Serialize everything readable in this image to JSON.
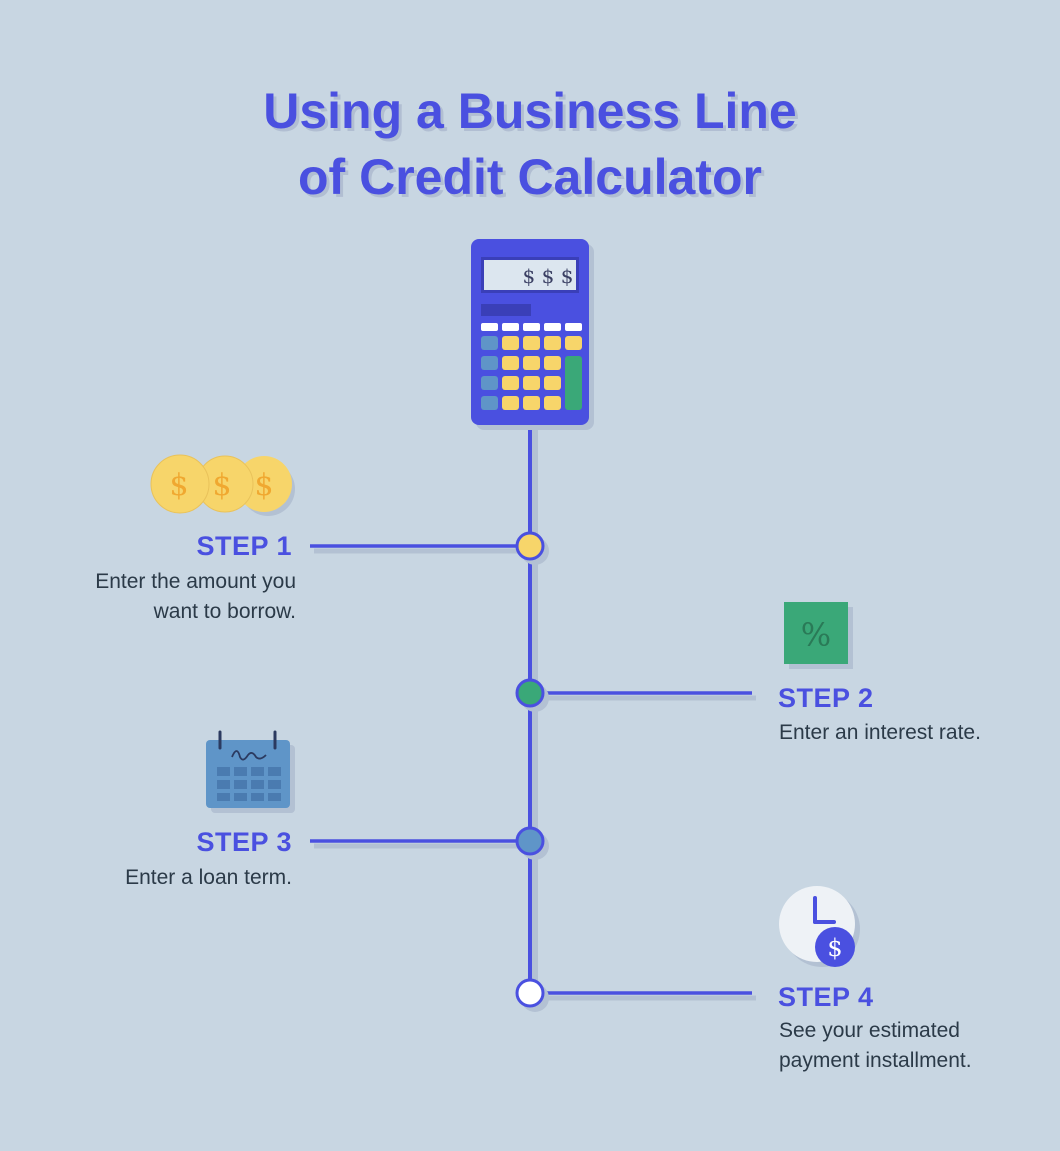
{
  "title": {
    "line1": "Using a Business Line",
    "line2": "of Credit Calculator"
  },
  "calculator": {
    "display_text": "$ $ $",
    "icon": "calculator-icon"
  },
  "steps": [
    {
      "label": "STEP 1",
      "desc_line1": "Enter the amount you",
      "desc_line2": "want to borrow.",
      "icon": "coins-icon",
      "icon_text": "$"
    },
    {
      "label": "STEP 2",
      "desc_line1": "Enter an interest rate.",
      "desc_line2": "",
      "icon": "percent-icon",
      "icon_text": "%"
    },
    {
      "label": "STEP 3",
      "desc_line1": "Enter a loan term.",
      "desc_line2": "",
      "icon": "calendar-icon",
      "icon_text": ""
    },
    {
      "label": "STEP 4",
      "desc_line1": "See your estimated",
      "desc_line2": "payment installment.",
      "icon": "clock-dollar-icon",
      "icon_text": "$"
    }
  ],
  "colors": {
    "background": "#c8d6e2",
    "accent": "#4a50e0",
    "step1_node": "#f7d56a",
    "step2_node": "#3aa878",
    "step3_node": "#5f95c8",
    "step4_node": "#ffffff"
  }
}
